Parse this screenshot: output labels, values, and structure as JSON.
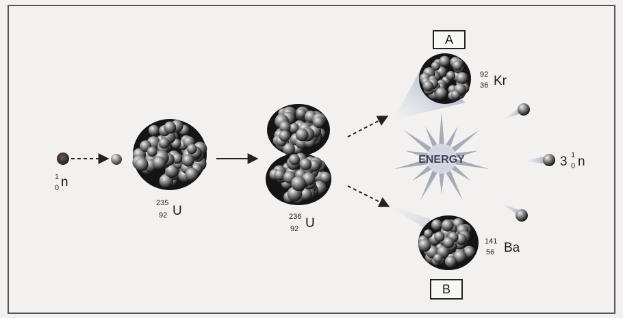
{
  "labels": {
    "box_a": "A",
    "box_b": "B",
    "energy": "ENERGY"
  },
  "nuclides": {
    "neutron_in": {
      "mass": "1",
      "atomic": "0",
      "symbol": "n"
    },
    "u235": {
      "mass": "235",
      "atomic": "92",
      "symbol": "U"
    },
    "u236": {
      "mass": "236",
      "atomic": "92",
      "symbol": "U"
    },
    "kr": {
      "mass": "92",
      "atomic": "36",
      "symbol": "Kr"
    },
    "ba": {
      "mass": "141",
      "atomic": "56",
      "symbol": "Ba"
    },
    "neutrons_out": {
      "count": "3",
      "mass": "1",
      "atomic": "0",
      "symbol": "n"
    }
  },
  "colors": {
    "nucleus_dark": "#1c1c1c",
    "nucleus_light": "#d8d8d8",
    "starburst": "#8c93a8",
    "comet_tail": "#9aa4c2"
  }
}
